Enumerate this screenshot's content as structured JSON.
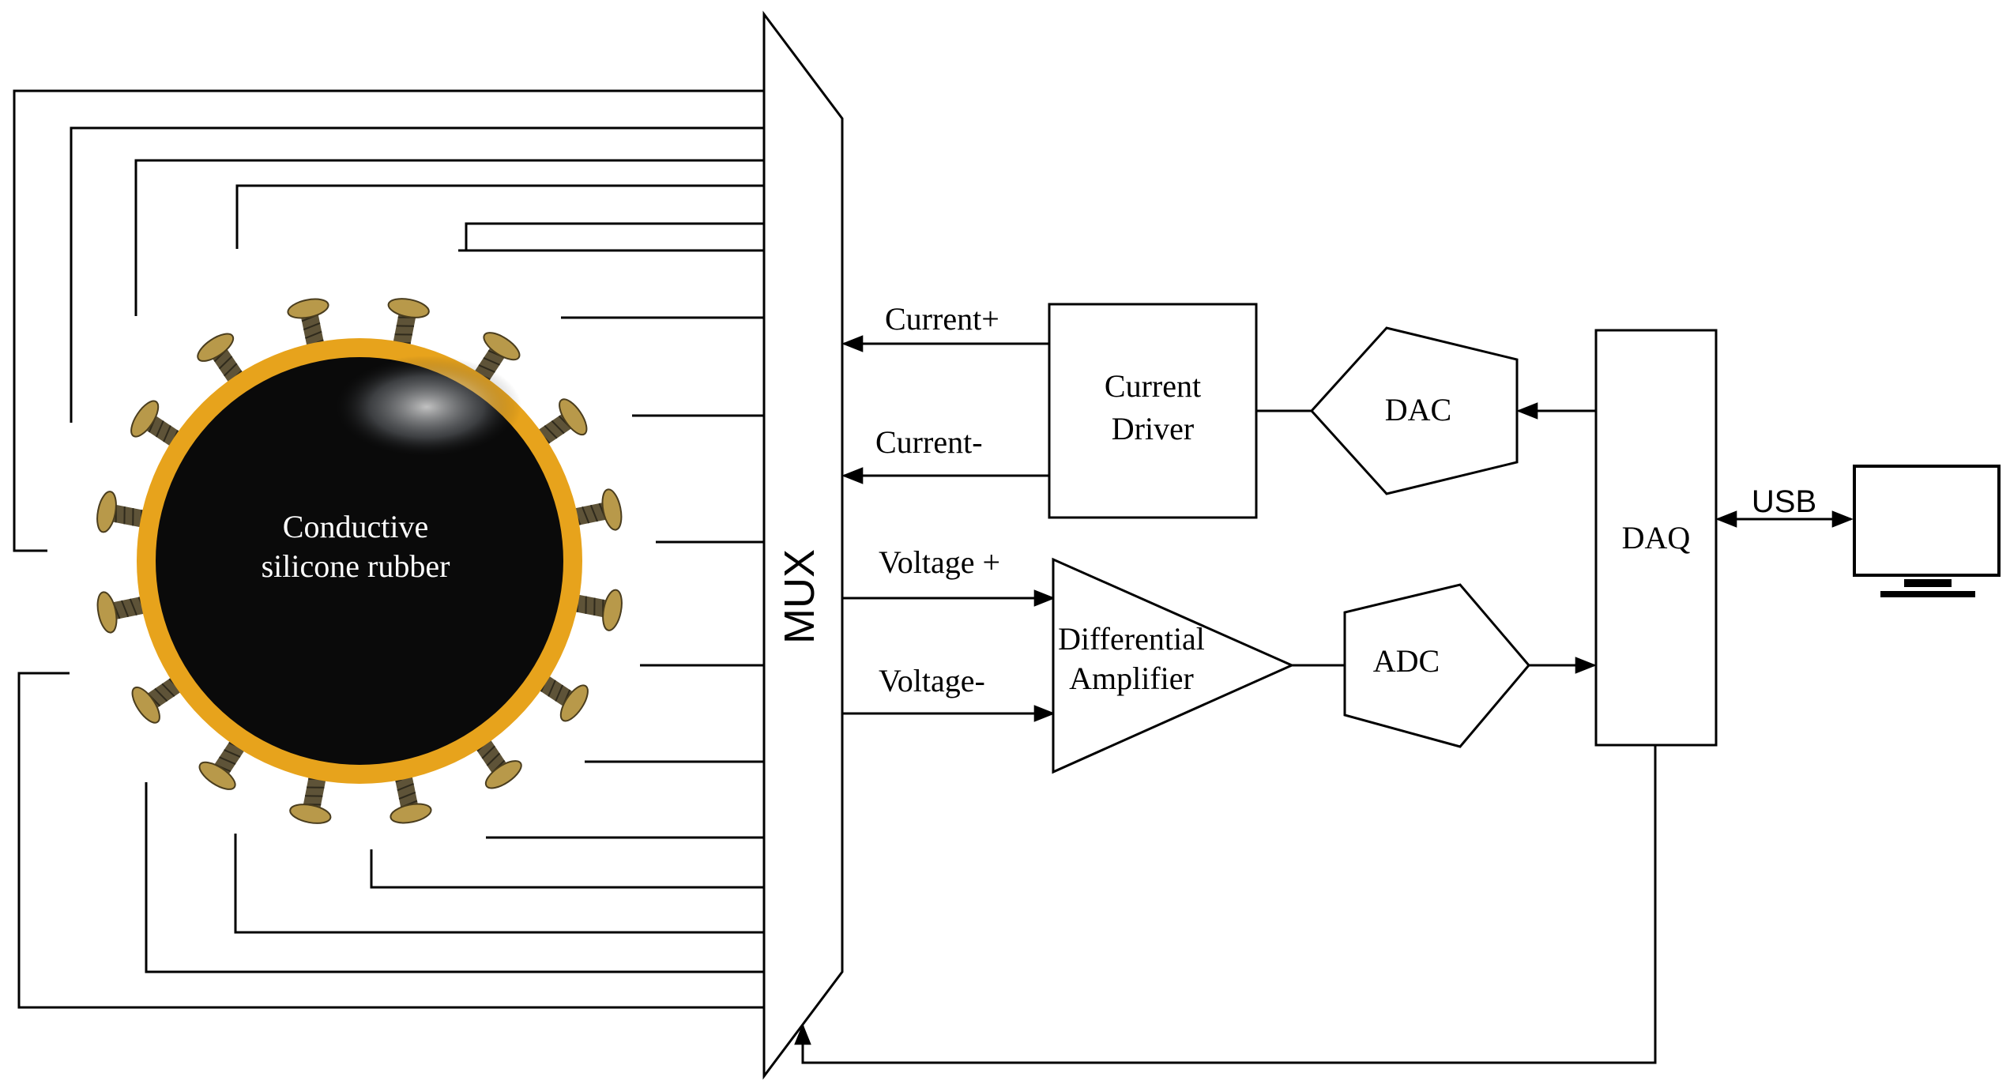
{
  "labels": {
    "sensor": "Conductive\nsilicone rubber",
    "mux": "MUX",
    "current_plus": "Current+",
    "current_minus": "Current-",
    "voltage_plus": "Voltage +",
    "voltage_minus": "Voltage-",
    "current_driver": "Current\nDriver",
    "dac": "DAC",
    "diff_amp": "Differential\nAmplifier",
    "adc": "ADC",
    "daq": "DAQ",
    "usb": "USB"
  },
  "electrodes": {
    "count": 16
  },
  "colors": {
    "line": "#000000",
    "rubber": "#0a0a0a",
    "ring": "#e7a31c",
    "screw_head": "#b8994a",
    "screw_thread": "#5e5338",
    "monitor": "#000000"
  },
  "icons": {
    "computer": "monitor-icon"
  }
}
